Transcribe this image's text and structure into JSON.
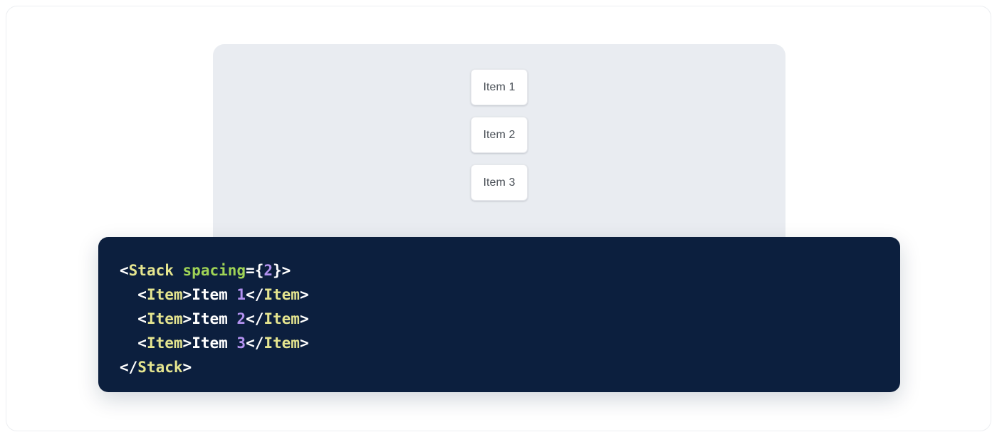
{
  "colors": {
    "page_background": "#ffffff",
    "card_border": "#eceef1",
    "panel_background": "#e9ecf1",
    "item_background": "#ffffff",
    "item_border": "#e6e8ec",
    "item_text": "#4b5158",
    "code_background": "#0c1f3e",
    "code_punctuation": "#ffffff",
    "code_tag": "#e5e58f",
    "code_attribute": "#9fd356",
    "code_number": "#b392f0",
    "code_text": "#ffffff"
  },
  "preview": {
    "stack": {
      "spacing_label": "spacing={2}",
      "items": [
        {
          "label": "Item 1"
        },
        {
          "label": "Item 2"
        },
        {
          "label": "Item 3"
        }
      ]
    }
  },
  "code_snippet": {
    "language": "jsx",
    "plain_text": "<Stack spacing={2}>\n  <Item>Item 1</Item>\n  <Item>Item 2</Item>\n  <Item>Item 3</Item>\n</Stack>",
    "lines": [
      {
        "indent": "",
        "tokens": [
          {
            "t": "<",
            "k": "punct"
          },
          {
            "t": "Stack",
            "k": "tag"
          },
          {
            "t": " ",
            "k": "punct"
          },
          {
            "t": "spacing",
            "k": "attr"
          },
          {
            "t": "={",
            "k": "punct"
          },
          {
            "t": "2",
            "k": "num"
          },
          {
            "t": "}>",
            "k": "punct"
          }
        ]
      },
      {
        "indent": "  ",
        "tokens": [
          {
            "t": "<",
            "k": "punct"
          },
          {
            "t": "Item",
            "k": "tag"
          },
          {
            "t": ">",
            "k": "punct"
          },
          {
            "t": "Item ",
            "k": "text"
          },
          {
            "t": "1",
            "k": "num"
          },
          {
            "t": "</",
            "k": "punct"
          },
          {
            "t": "Item",
            "k": "tag"
          },
          {
            "t": ">",
            "k": "punct"
          }
        ]
      },
      {
        "indent": "  ",
        "tokens": [
          {
            "t": "<",
            "k": "punct"
          },
          {
            "t": "Item",
            "k": "tag"
          },
          {
            "t": ">",
            "k": "punct"
          },
          {
            "t": "Item ",
            "k": "text"
          },
          {
            "t": "2",
            "k": "num"
          },
          {
            "t": "</",
            "k": "punct"
          },
          {
            "t": "Item",
            "k": "tag"
          },
          {
            "t": ">",
            "k": "punct"
          }
        ]
      },
      {
        "indent": "  ",
        "tokens": [
          {
            "t": "<",
            "k": "punct"
          },
          {
            "t": "Item",
            "k": "tag"
          },
          {
            "t": ">",
            "k": "punct"
          },
          {
            "t": "Item ",
            "k": "text"
          },
          {
            "t": "3",
            "k": "num"
          },
          {
            "t": "</",
            "k": "punct"
          },
          {
            "t": "Item",
            "k": "tag"
          },
          {
            "t": ">",
            "k": "punct"
          }
        ]
      },
      {
        "indent": "",
        "tokens": [
          {
            "t": "</",
            "k": "punct"
          },
          {
            "t": "Stack",
            "k": "tag"
          },
          {
            "t": ">",
            "k": "punct"
          }
        ]
      }
    ]
  }
}
